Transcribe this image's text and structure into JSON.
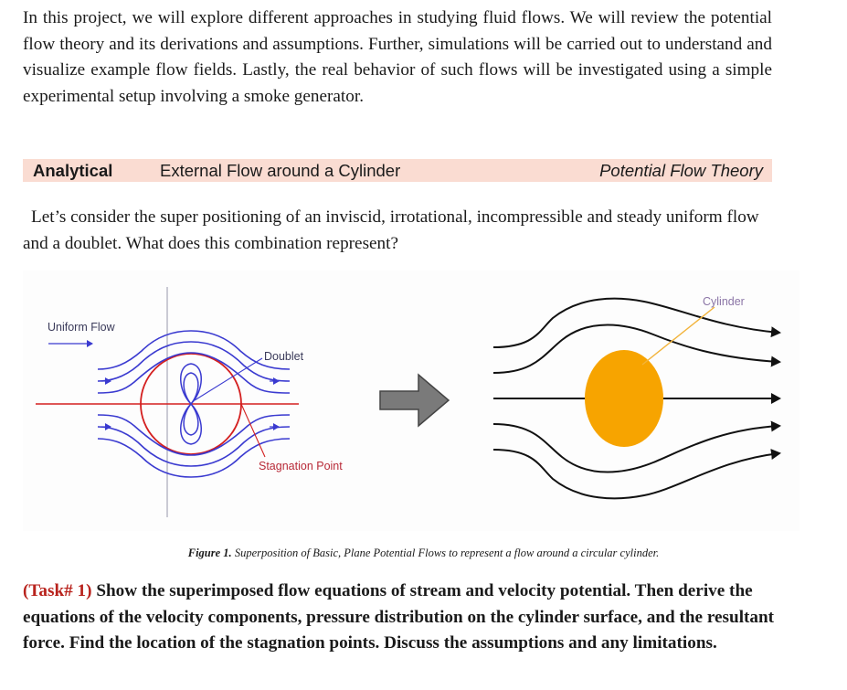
{
  "intro": "In this project, we will explore different approaches in studying fluid flows. We will review the potential flow theory and its derivations and assumptions. Further, simulations will be carried out to understand and visualize example flow fields. Lastly, the real behavior of such flows will be investigated using a simple experimental setup involving a smoke generator.",
  "section_band": {
    "category": "Analytical",
    "topic": "External Flow around a Cylinder",
    "theory": "Potential Flow Theory",
    "color": "#fadcd2"
  },
  "question": "Let’s consider the super positioning of an inviscid, irrotational, incompressible and steady uniform flow and a doublet. What does this combination represent?",
  "figure": {
    "left_labels": {
      "uniform_flow": "Uniform Flow",
      "doublet": "Doublet",
      "stagnation_point": "Stagnation Point"
    },
    "right_labels": {
      "cylinder": "Cylinder"
    },
    "colors": {
      "streamline_left": "#3a3ad0",
      "circle_left": "#d42020",
      "axis": "#a8a8b8",
      "cylinder": "#f7a400",
      "arrow": "#7a7a7a",
      "label": "#6b5a8c"
    }
  },
  "caption": {
    "number": "Figure 1.",
    "text": "Superposition of Basic, Plane Potential Flows to represent a flow around a circular cylinder."
  },
  "task": {
    "number": "(Task# 1)",
    "text": "Show the superimposed flow equations of stream and velocity potential. Then derive the equations of the velocity components, pressure distribution on the cylinder surface, and the resultant force. Find the location of the stagnation points. Discuss the assumptions and any limitations."
  }
}
